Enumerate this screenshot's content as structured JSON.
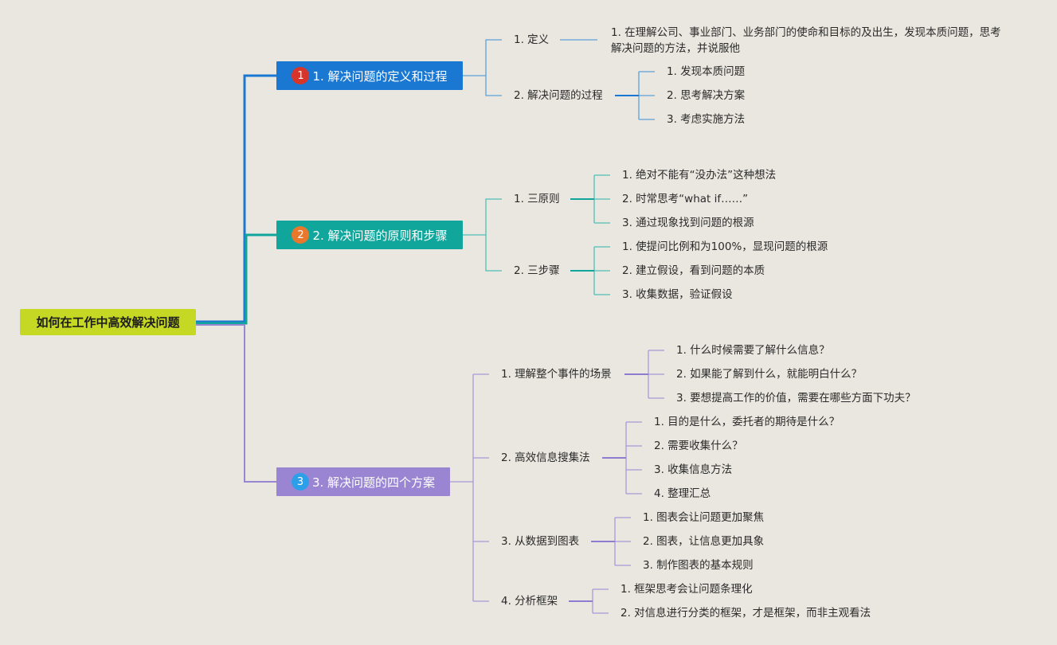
{
  "root": {
    "label": "如何在工作中高效解决问题"
  },
  "branches": [
    {
      "number": "1",
      "label": "1. 解决问题的定义和过程",
      "children": [
        {
          "label": "1. 定义",
          "children": [
            "1. 在理解公司、事业部门、业务部门的使命和目标的及出生，发现本质问题，思考解决问题的方法，并说服他"
          ]
        },
        {
          "label": "2. 解决问题的过程",
          "children": [
            "1. 发现本质问题",
            "2. 思考解决方案",
            "3. 考虑实施方法"
          ]
        }
      ]
    },
    {
      "number": "2",
      "label": "2. 解决问题的原则和步骤",
      "children": [
        {
          "label": "1. 三原则",
          "children": [
            "1. 绝对不能有“没办法”这种想法",
            "2. 时常思考“what if……”",
            "3. 通过现象找到问题的根源"
          ]
        },
        {
          "label": "2. 三步骤",
          "children": [
            "1. 使提问比例和为100%，显现问题的根源",
            "2. 建立假设，看到问题的本质",
            "3. 收集数据，验证假设"
          ]
        }
      ]
    },
    {
      "number": "3",
      "label": "3. 解决问题的四个方案",
      "children": [
        {
          "label": "1. 理解整个事件的场景",
          "children": [
            "1. 什么时候需要了解什么信息？",
            "2. 如果能了解到什么，就能明白什么？",
            "3. 要想提高工作的价值，需要在哪些方面下功夫？"
          ]
        },
        {
          "label": "2. 高效信息搜集法",
          "children": [
            "1. 目的是什么，委托者的期待是什么？",
            "2. 需要收集什么？",
            "3. 收集信息方法",
            "4. 整理汇总"
          ]
        },
        {
          "label": "3. 从数据到图表",
          "children": [
            "1. 图表会让问题更加聚焦",
            "2. 图表，让信息更加具象",
            "3. 制作图表的基本规则"
          ]
        },
        {
          "label": "4. 分析框架",
          "children": [
            "1. 框架思考会让问题条理化",
            "2. 对信息进行分类的框架，才是框架，而非主观看法"
          ]
        }
      ]
    }
  ],
  "colors": {
    "background": "#e9e7df",
    "root": "#c5d823",
    "branch1": "#1a78d2",
    "branch2": "#11a69c",
    "branch3": "#9a85d3",
    "badge1": "#d8352a",
    "badge2": "#e9782d",
    "badge3": "#2d9ee8",
    "line1": "#5fa0d8",
    "line2": "#4fc0b8",
    "line3": "#a998d8"
  }
}
